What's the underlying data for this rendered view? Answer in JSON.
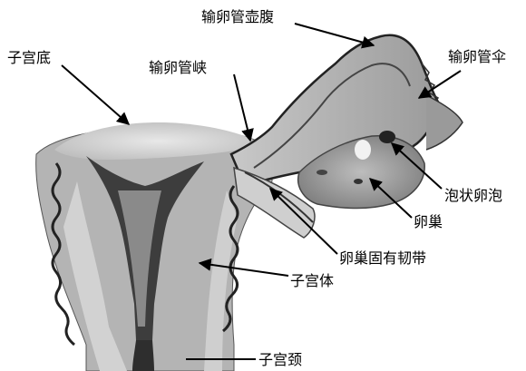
{
  "labels": {
    "ampulla": "输卵管壶腹",
    "fimbria": "输卵管伞",
    "fundus": "子宫底",
    "isthmus": "输卵管峡",
    "follicle": "泡状卵泡",
    "ovary": "卵巢",
    "ovarian_ligament": "卵巢固有韧带",
    "body": "子宫体",
    "cervix": "子宫颈"
  },
  "colors": {
    "line": "#000000",
    "tissue_dark": "#3a3a3a",
    "tissue_mid": "#8c8c8c",
    "tissue_light": "#d6d6d6",
    "background": "#ffffff"
  }
}
